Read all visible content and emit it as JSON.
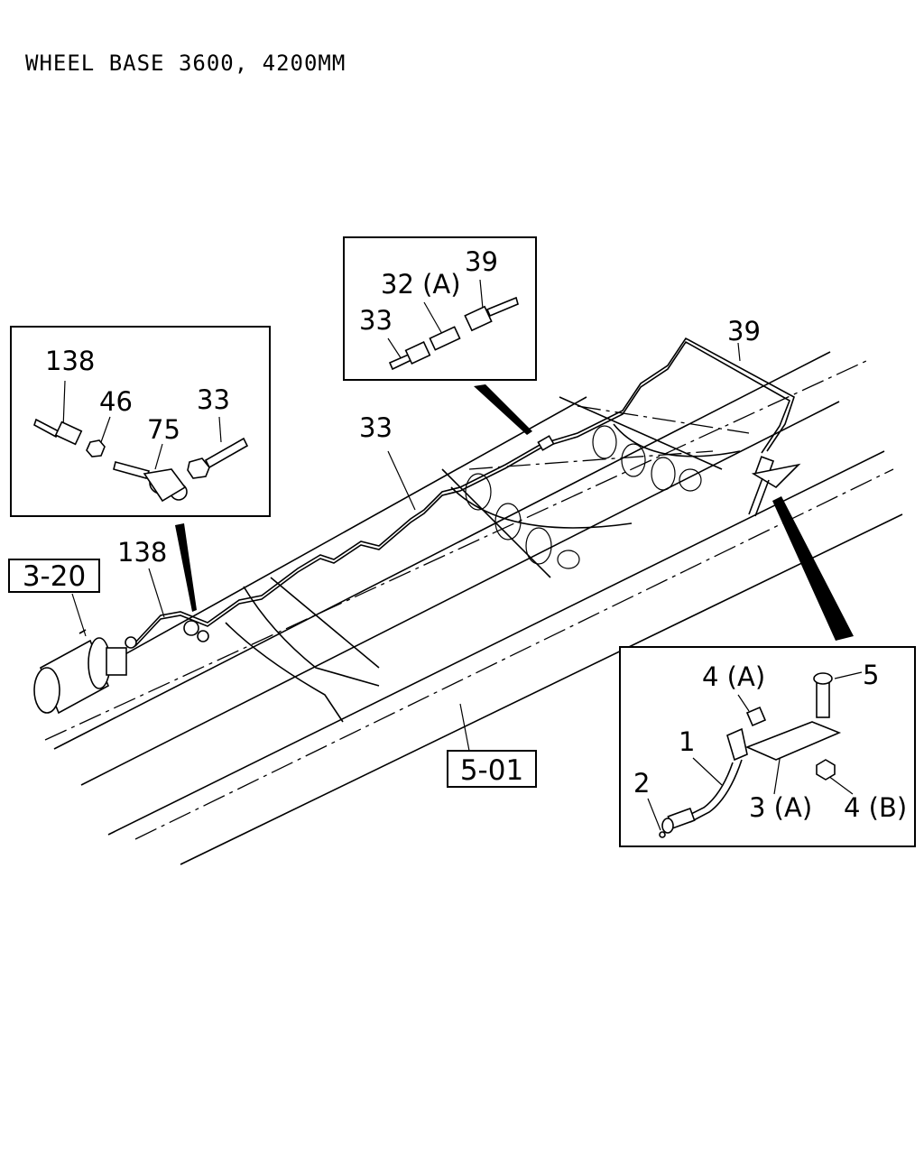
{
  "title": "WHEEL BASE 3600, 4200MM",
  "refs": {
    "frame": "5-01",
    "booster": "3-20"
  },
  "inset_left": {
    "labels": [
      "138",
      "46",
      "75",
      "33"
    ]
  },
  "inset_top": {
    "labels": [
      "33",
      "32 (A)",
      "39"
    ]
  },
  "inset_right": {
    "labels": [
      "4 (A)",
      "5",
      "1",
      "2",
      "3 (A)",
      "4 (B)"
    ]
  },
  "main": {
    "labels": [
      "39",
      "33",
      "138"
    ]
  }
}
